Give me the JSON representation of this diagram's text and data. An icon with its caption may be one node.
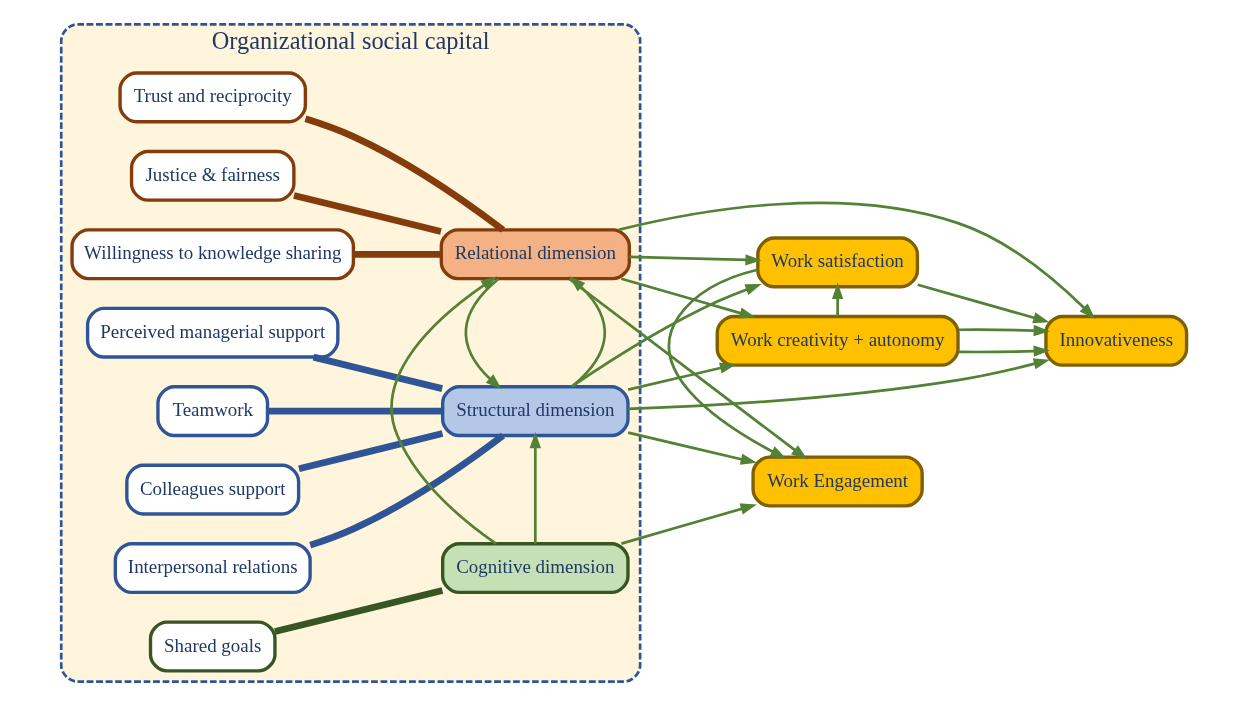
{
  "diagram": {
    "nodes": [
      {
        "text": [
          "Organizational social capital"
        ]
      },
      {
        "text": [
          "Perceived managerial support"
        ],
        "in": 0
      },
      {
        "text": [
          "Teamwork"
        ],
        "in": 0
      },
      {
        "text": [
          "Structural dimension"
        ],
        "in": 0
      },
      {
        "text": [
          "Colleagues support"
        ],
        "in": 0
      },
      {
        "text": [
          "Interpersonal relations"
        ],
        "in": 0
      },
      {
        "text": [
          "Willingness to knowledge sharing"
        ],
        "in": 0
      },
      {
        "text": [
          "Trust and reciprocity"
        ],
        "in": 0
      },
      {
        "text": [
          "Relational dimension"
        ],
        "in": 0
      },
      {
        "text": [
          "Justice & fairness"
        ],
        "in": 0
      },
      {
        "text": [
          "Cognitive dimension"
        ],
        "in": 0
      },
      {
        "text": [
          "Shared goals"
        ],
        "in": 0
      },
      {
        "text": [
          "Work satisfaction"
        ]
      },
      {
        "text": [
          "Work Engagement"
        ]
      },
      {
        "text": [
          "Work creativity + autonomy"
        ]
      },
      {
        "text": [
          "Innovativeness"
        ]
      }
    ],
    "edges": [
      {
        "from": 1,
        "to": 3,
        "arrow": "none",
        "style": "thick",
        "color": "#2f5597"
      },
      {
        "from": 2,
        "to": 3,
        "arrow": "none",
        "style": "thick",
        "color": "#2f5597"
      },
      {
        "from": 4,
        "to": 3,
        "arrow": "none",
        "style": "thick",
        "color": "#2f5597"
      },
      {
        "from": 5,
        "to": 3,
        "arrow": "none",
        "style": "thick",
        "color": "#2f5597"
      },
      {
        "from": 6,
        "to": 8,
        "arrow": "none",
        "style": "thick",
        "color": "#843c0c"
      },
      {
        "from": 7,
        "to": 8,
        "arrow": "none",
        "style": "thick",
        "color": "#843c0c"
      },
      {
        "from": 9,
        "to": 8,
        "arrow": "none",
        "style": "thick",
        "color": "#843c0c"
      },
      {
        "from": 11,
        "to": 10,
        "arrow": "none",
        "style": "thick",
        "color": "#375623"
      },
      {
        "from": 3,
        "to": 8,
        "arrow": "to"
      },
      {
        "from": 8,
        "to": 3,
        "arrow": "to"
      },
      {
        "from": 10,
        "to": 3,
        "arrow": "to"
      },
      {
        "from": 10,
        "to": 8,
        "arrow": "to"
      },
      {
        "from": 3,
        "to": 12,
        "arrow": "to"
      },
      {
        "from": 3,
        "to": 13,
        "arrow": "to"
      },
      {
        "from": 3,
        "to": 14,
        "arrow": "to"
      },
      {
        "from": 3,
        "to": 15,
        "arrow": "to"
      },
      {
        "from": 8,
        "to": 12,
        "arrow": "to"
      },
      {
        "from": 8,
        "to": 13,
        "arrow": "to"
      },
      {
        "from": 8,
        "to": 14,
        "arrow": "to"
      },
      {
        "from": 8,
        "to": 15,
        "arrow": "to"
      },
      {
        "from": 10,
        "to": 13,
        "arrow": "to"
      },
      {
        "from": 12,
        "to": 13,
        "arrow": "to"
      },
      {
        "from": 14,
        "to": 12,
        "arrow": "to"
      },
      {
        "from": 14,
        "to": 15,
        "arrow": "to"
      },
      {
        "from": 14,
        "to": 15,
        "arrow": "to"
      },
      {
        "from": 12,
        "to": 15,
        "arrow": "to"
      }
    ]
  }
}
